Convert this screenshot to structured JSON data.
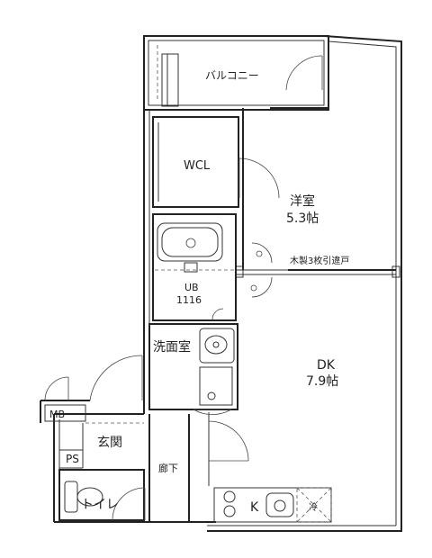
{
  "rooms": {
    "balcony": "バルコニー",
    "wcl": "WCL",
    "western_room": "洋室",
    "western_room_size": "5.3帖",
    "sliding_door": "木製3枚引違戸",
    "unit_bath": "UB",
    "unit_bath_size": "1116",
    "washroom": "洗面室",
    "dk": "DK",
    "dk_size": "7.9帖",
    "mb": "MB",
    "entrance": "玄関",
    "ps": "PS",
    "corridor": "廊下",
    "toilet": "トイレ",
    "kitchen_k": "K",
    "fridge": "冷"
  }
}
